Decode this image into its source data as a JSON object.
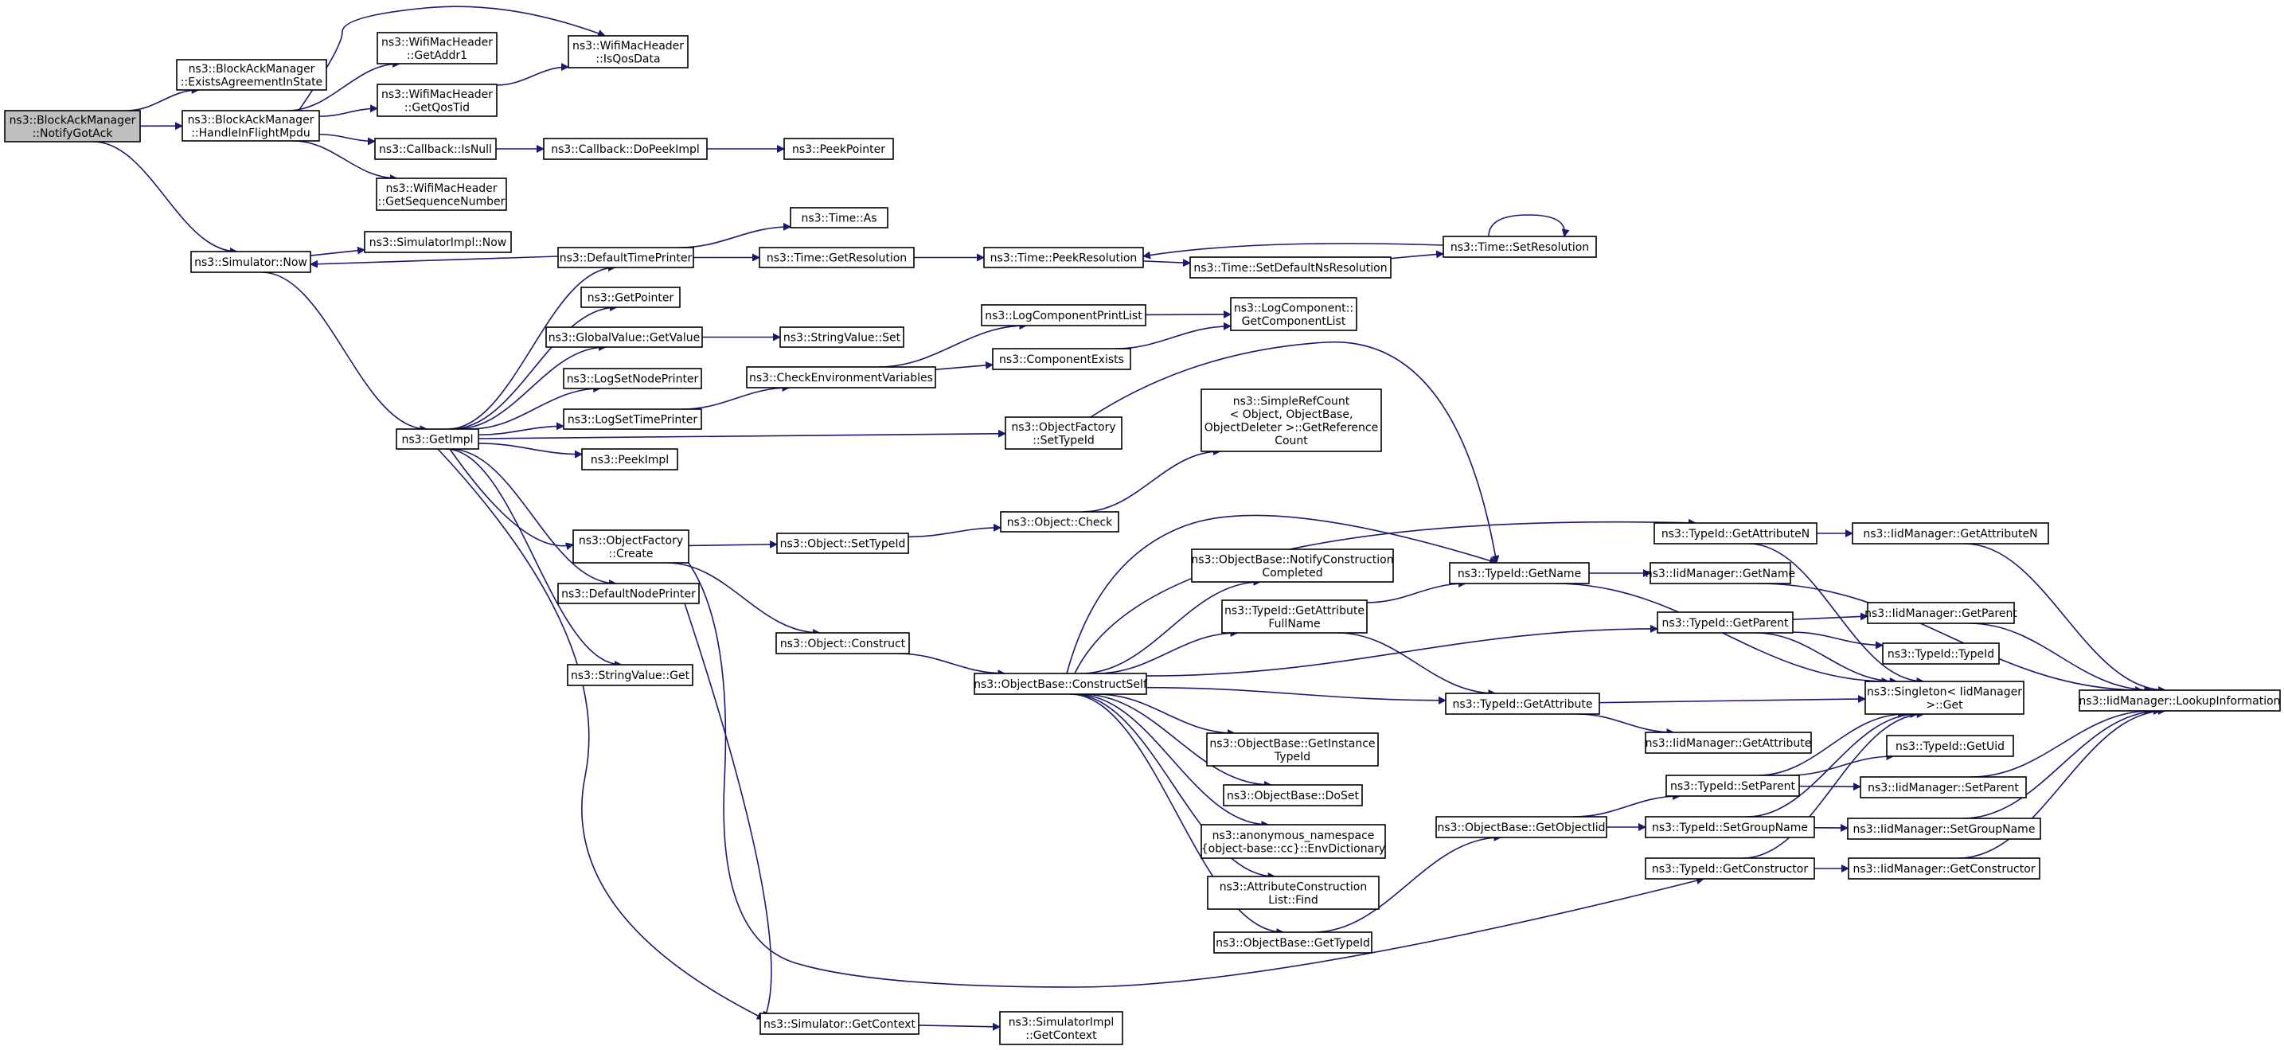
{
  "graph": {
    "root": "notifygotack",
    "colors": {
      "edge": "#191970",
      "node_fill": "#ffffff",
      "root_fill": "#bfbfbf",
      "node_stroke": "#000000"
    },
    "nodes": [
      {
        "id": "notifygotack",
        "lines": [
          "ns3::BlockAckManager",
          "::NotifyGotAck"
        ]
      },
      {
        "id": "existsagreement",
        "lines": [
          "ns3::BlockAckManager",
          "::ExistsAgreementInState"
        ]
      },
      {
        "id": "handleinflight",
        "lines": [
          "ns3::BlockAckManager",
          "::HandleInFlightMpdu"
        ]
      },
      {
        "id": "getaddr1",
        "lines": [
          "ns3::WifiMacHeader",
          "::GetAddr1"
        ]
      },
      {
        "id": "isqosdata",
        "lines": [
          "ns3::WifiMacHeader",
          "::IsQosData"
        ]
      },
      {
        "id": "getqostid",
        "lines": [
          "ns3::WifiMacHeader",
          "::GetQosTid"
        ]
      },
      {
        "id": "callbackisnull",
        "lines": [
          "ns3::Callback::IsNull"
        ]
      },
      {
        "id": "dopeekimpl",
        "lines": [
          "ns3::Callback::DoPeekImpl"
        ]
      },
      {
        "id": "peekpointer",
        "lines": [
          "ns3::PeekPointer"
        ]
      },
      {
        "id": "getseqnum",
        "lines": [
          "ns3::WifiMacHeader",
          "::GetSequenceNumber"
        ]
      },
      {
        "id": "simnow",
        "lines": [
          "ns3::Simulator::Now"
        ]
      },
      {
        "id": "simimplnow",
        "lines": [
          "ns3::SimulatorImpl::Now"
        ]
      },
      {
        "id": "defaulttimeprinter",
        "lines": [
          "ns3::DefaultTimePrinter"
        ]
      },
      {
        "id": "timeas",
        "lines": [
          "ns3::Time::As"
        ]
      },
      {
        "id": "timegetres",
        "lines": [
          "ns3::Time::GetResolution"
        ]
      },
      {
        "id": "timepeekres",
        "lines": [
          "ns3::Time::PeekResolution"
        ]
      },
      {
        "id": "setdefaultns",
        "lines": [
          "ns3::Time::SetDefaultNsResolution"
        ]
      },
      {
        "id": "timesetres",
        "lines": [
          "ns3::Time::SetResolution"
        ]
      },
      {
        "id": "getpointer",
        "lines": [
          "ns3::GetPointer"
        ]
      },
      {
        "id": "globalgetvalue",
        "lines": [
          "ns3::GlobalValue::GetValue"
        ]
      },
      {
        "id": "stringvalueset",
        "lines": [
          "ns3::StringValue::Set"
        ]
      },
      {
        "id": "logcompprintlist",
        "lines": [
          "ns3::LogComponentPrintList"
        ]
      },
      {
        "id": "logcompgetlist",
        "lines": [
          "ns3::LogComponent::",
          "GetComponentList"
        ]
      },
      {
        "id": "componentexists",
        "lines": [
          "ns3::ComponentExists"
        ]
      },
      {
        "id": "checkenv",
        "lines": [
          "ns3::CheckEnvironmentVariables"
        ]
      },
      {
        "id": "logsetnodeprinter",
        "lines": [
          "ns3::LogSetNodePrinter"
        ]
      },
      {
        "id": "logsettimeprinter",
        "lines": [
          "ns3::LogSetTimePrinter"
        ]
      },
      {
        "id": "getimpl",
        "lines": [
          "ns3::GetImpl"
        ]
      },
      {
        "id": "peekimpl",
        "lines": [
          "ns3::PeekImpl"
        ]
      },
      {
        "id": "objfactorysettypeid",
        "lines": [
          "ns3::ObjectFactory",
          "::SetTypeId"
        ]
      },
      {
        "id": "simplerefcount",
        "lines": [
          "ns3::SimpleRefCount",
          "< Object, ObjectBase,",
          "ObjectDeleter >::GetReference",
          "Count"
        ]
      },
      {
        "id": "objfactorycreate",
        "lines": [
          "ns3::ObjectFactory",
          "::Create"
        ]
      },
      {
        "id": "objectsettypeid",
        "lines": [
          "ns3::Object::SetTypeId"
        ]
      },
      {
        "id": "objectcheck",
        "lines": [
          "ns3::Object::Check"
        ]
      },
      {
        "id": "defaultnodeprinter",
        "lines": [
          "ns3::DefaultNodePrinter"
        ]
      },
      {
        "id": "objectconstruct",
        "lines": [
          "ns3::Object::Construct"
        ]
      },
      {
        "id": "stringvalueget",
        "lines": [
          "ns3::StringValue::Get"
        ]
      },
      {
        "id": "notifyconstruction",
        "lines": [
          "ns3::ObjectBase::NotifyConstruction",
          "Completed"
        ]
      },
      {
        "id": "getattrfullname",
        "lines": [
          "ns3::TypeId::GetAttribute",
          "FullName"
        ]
      },
      {
        "id": "constructself",
        "lines": [
          "ns3::ObjectBase::ConstructSelf"
        ]
      },
      {
        "id": "typeidgetname",
        "lines": [
          "ns3::TypeId::GetName"
        ]
      },
      {
        "id": "typeidgetattrn",
        "lines": [
          "ns3::TypeId::GetAttributeN"
        ]
      },
      {
        "id": "iidgetattrn",
        "lines": [
          "ns3::IidManager::GetAttributeN"
        ]
      },
      {
        "id": "iidgetname",
        "lines": [
          "ns3::IidManager::GetName"
        ]
      },
      {
        "id": "typeidgetparent",
        "lines": [
          "ns3::TypeId::GetParent"
        ]
      },
      {
        "id": "iidgetparent",
        "lines": [
          "ns3::IidManager::GetParent"
        ]
      },
      {
        "id": "typeidtypeid",
        "lines": [
          "ns3::TypeId::TypeId"
        ]
      },
      {
        "id": "singletonget",
        "lines": [
          "ns3::Singleton< IidManager",
          ">::Get"
        ]
      },
      {
        "id": "lookupinfo",
        "lines": [
          "ns3::IidManager::LookupInformation"
        ]
      },
      {
        "id": "typeidgetattr",
        "lines": [
          "ns3::TypeId::GetAttribute"
        ]
      },
      {
        "id": "iidgetattr",
        "lines": [
          "ns3::IidManager::GetAttribute"
        ]
      },
      {
        "id": "getinstancetypeid",
        "lines": [
          "ns3::ObjectBase::GetInstance",
          "TypeId"
        ]
      },
      {
        "id": "doset",
        "lines": [
          "ns3::ObjectBase::DoSet"
        ]
      },
      {
        "id": "envdictionary",
        "lines": [
          "ns3::anonymous_namespace",
          "{object-base::cc}::EnvDictionary"
        ]
      },
      {
        "id": "attrconstructfind",
        "lines": [
          "ns3::AttributeConstruction",
          "List::Find"
        ]
      },
      {
        "id": "objbasegettypeid",
        "lines": [
          "ns3::ObjectBase::GetTypeId"
        ]
      },
      {
        "id": "getobjectiid",
        "lines": [
          "ns3::ObjectBase::GetObjectIid"
        ]
      },
      {
        "id": "typeidgetuid",
        "lines": [
          "ns3::TypeId::GetUid"
        ]
      },
      {
        "id": "typeidsetparent",
        "lines": [
          "ns3::TypeId::SetParent"
        ]
      },
      {
        "id": "iidsetparent",
        "lines": [
          "ns3::IidManager::SetParent"
        ]
      },
      {
        "id": "typeidsetgroupname",
        "lines": [
          "ns3::TypeId::SetGroupName"
        ]
      },
      {
        "id": "iidsetgroupname",
        "lines": [
          "ns3::IidManager::SetGroupName"
        ]
      },
      {
        "id": "typeidgetconstructor",
        "lines": [
          "ns3::TypeId::GetConstructor"
        ]
      },
      {
        "id": "iidgetconstructor",
        "lines": [
          "ns3::IidManager::GetConstructor"
        ]
      },
      {
        "id": "simgetcontext",
        "lines": [
          "ns3::Simulator::GetContext"
        ]
      },
      {
        "id": "simimplgetcontext",
        "lines": [
          "ns3::SimulatorImpl",
          "::GetContext"
        ]
      }
    ],
    "edges": [
      [
        "notifygotack",
        "existsagreement"
      ],
      [
        "notifygotack",
        "handleinflight"
      ],
      [
        "notifygotack",
        "simnow"
      ],
      [
        "handleinflight",
        "isqosdata"
      ],
      [
        "handleinflight",
        "getaddr1"
      ],
      [
        "handleinflight",
        "getqostid"
      ],
      [
        "handleinflight",
        "callbackisnull"
      ],
      [
        "handleinflight",
        "getseqnum"
      ],
      [
        "getqostid",
        "isqosdata"
      ],
      [
        "callbackisnull",
        "dopeekimpl"
      ],
      [
        "dopeekimpl",
        "peekpointer"
      ],
      [
        "simnow",
        "simimplnow"
      ],
      [
        "simnow",
        "getimpl"
      ],
      [
        "defaulttimeprinter",
        "simnow"
      ],
      [
        "defaulttimeprinter",
        "timeas"
      ],
      [
        "defaulttimeprinter",
        "timegetres"
      ],
      [
        "timegetres",
        "timepeekres"
      ],
      [
        "timepeekres",
        "setdefaultns"
      ],
      [
        "setdefaultns",
        "timesetres"
      ],
      [
        "timesetres",
        "timepeekres"
      ],
      [
        "timesetres",
        "timesetres"
      ],
      [
        "getimpl",
        "defaulttimeprinter"
      ],
      [
        "getimpl",
        "getpointer"
      ],
      [
        "getimpl",
        "globalgetvalue"
      ],
      [
        "getimpl",
        "logsetnodeprinter"
      ],
      [
        "getimpl",
        "logsettimeprinter"
      ],
      [
        "getimpl",
        "peekimpl"
      ],
      [
        "getimpl",
        "objfactorysettypeid"
      ],
      [
        "getimpl",
        "objfactorycreate"
      ],
      [
        "getimpl",
        "defaultnodeprinter"
      ],
      [
        "getimpl",
        "stringvalueget"
      ],
      [
        "getimpl",
        "simgetcontext"
      ],
      [
        "globalgetvalue",
        "stringvalueset"
      ],
      [
        "logsettimeprinter",
        "checkenv"
      ],
      [
        "checkenv",
        "logcompprintlist"
      ],
      [
        "checkenv",
        "componentexists"
      ],
      [
        "logcompprintlist",
        "logcompgetlist"
      ],
      [
        "componentexists",
        "logcompgetlist"
      ],
      [
        "objfactorysettypeid",
        "typeidgetname"
      ],
      [
        "objfactorycreate",
        "objectsettypeid"
      ],
      [
        "objfactorycreate",
        "objectconstruct"
      ],
      [
        "objfactorycreate",
        "typeidgetconstructor"
      ],
      [
        "objectsettypeid",
        "objectcheck"
      ],
      [
        "objectcheck",
        "simplerefcount"
      ],
      [
        "objectconstruct",
        "constructself"
      ],
      [
        "defaultnodeprinter",
        "simgetcontext"
      ],
      [
        "simgetcontext",
        "simimplgetcontext"
      ],
      [
        "constructself",
        "typeidgetattrn"
      ],
      [
        "constructself",
        "typeidgetname"
      ],
      [
        "constructself",
        "notifyconstruction"
      ],
      [
        "constructself",
        "getattrfullname"
      ],
      [
        "constructself",
        "typeidgetparent"
      ],
      [
        "constructself",
        "typeidgetattr"
      ],
      [
        "constructself",
        "getinstancetypeid"
      ],
      [
        "constructself",
        "doset"
      ],
      [
        "constructself",
        "envdictionary"
      ],
      [
        "constructself",
        "attrconstructfind"
      ],
      [
        "constructself",
        "objbasegettypeid"
      ],
      [
        "getattrfullname",
        "typeidgetname"
      ],
      [
        "getattrfullname",
        "typeidgetattr"
      ],
      [
        "typeidgetname",
        "iidgetname"
      ],
      [
        "typeidgetname",
        "singletonget"
      ],
      [
        "typeidgetattrn",
        "iidgetattrn"
      ],
      [
        "typeidgetattrn",
        "singletonget"
      ],
      [
        "iidgetattrn",
        "lookupinfo"
      ],
      [
        "iidgetname",
        "lookupinfo"
      ],
      [
        "typeidgetparent",
        "iidgetparent"
      ],
      [
        "typeidgetparent",
        "typeidtypeid"
      ],
      [
        "typeidgetparent",
        "singletonget"
      ],
      [
        "iidgetparent",
        "lookupinfo"
      ],
      [
        "typeidgetattr",
        "iidgetattr"
      ],
      [
        "typeidgetattr",
        "singletonget"
      ],
      [
        "objbasegettypeid",
        "getobjectiid"
      ],
      [
        "getobjectiid",
        "typeidsetparent"
      ],
      [
        "getobjectiid",
        "typeidsetgroupname"
      ],
      [
        "typeidsetparent",
        "typeidgetuid"
      ],
      [
        "typeidsetparent",
        "iidsetparent"
      ],
      [
        "typeidsetparent",
        "singletonget"
      ],
      [
        "iidsetparent",
        "lookupinfo"
      ],
      [
        "typeidsetgroupname",
        "iidsetgroupname"
      ],
      [
        "typeidsetgroupname",
        "singletonget"
      ],
      [
        "iidsetgroupname",
        "lookupinfo"
      ],
      [
        "typeidgetconstructor",
        "iidgetconstructor"
      ],
      [
        "typeidgetconstructor",
        "singletonget"
      ],
      [
        "iidgetconstructor",
        "lookupinfo"
      ]
    ]
  }
}
